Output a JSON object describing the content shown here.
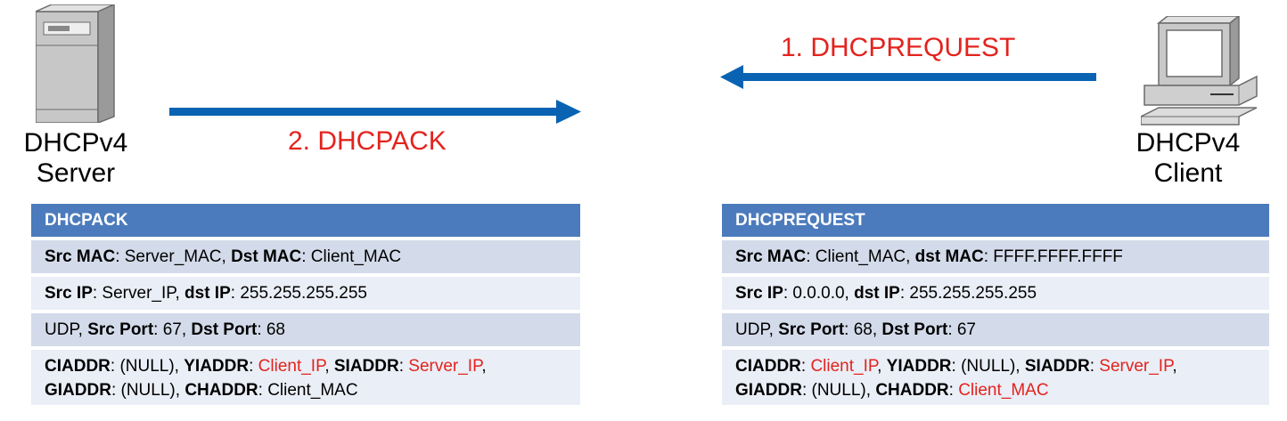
{
  "colors": {
    "arrow": "#0a63b2",
    "header": "#4c7bbd",
    "row_dark": "#d3dbea",
    "row_light": "#eaeef6",
    "highlight": "#e3231e"
  },
  "server": {
    "icon": "server-tower-icon",
    "line1": "DHCPv4",
    "line2": "Server"
  },
  "client": {
    "icon": "desktop-computer-icon",
    "line1": "DHCPv4",
    "line2": "Client"
  },
  "messages": {
    "request": "1. DHCPREQUEST",
    "ack": "2. DHCPACK"
  },
  "ack_table": {
    "title": "DHCPACK",
    "r1": {
      "k1": "Src MAC",
      "v1": ": Server_MAC, ",
      "k2": "Dst MAC",
      "v2": ": Client_MAC"
    },
    "r2": {
      "k1": "Src IP",
      "v1": ": Server_IP, ",
      "k2": "dst IP",
      "v2": ": 255.255.255.255"
    },
    "r3": {
      "p0": "UDP, ",
      "k1": "Src Port",
      "v1": ": 67, ",
      "k2": "Dst Port",
      "v2": ": 68"
    },
    "r4": {
      "k1": "CIADDR",
      "v1": ": (NULL), ",
      "k2": "YIADDR",
      "s2": ": ",
      "v2": "Client_IP",
      "s3": ", ",
      "k3": "SIADDR",
      "s4": ": ",
      "v3": "Server_IP",
      "s5": ",",
      "k4": "GIADDR",
      "v4": ": (NULL), ",
      "k5": "CHADDR",
      "v5": ": Client_MAC"
    }
  },
  "request_table": {
    "title": "DHCPREQUEST",
    "r1": {
      "k1": "Src MAC",
      "v1": ": Client_MAC, ",
      "k2": "dst MAC",
      "v2": ": FFFF.FFFF.FFFF"
    },
    "r2": {
      "k1": "Src IP",
      "v1": ": 0.0.0.0, ",
      "k2": "dst IP",
      "v2": ": 255.255.255.255"
    },
    "r3": {
      "p0": "UDP, ",
      "k1": "Src Port",
      "v1": ": 68, ",
      "k2": "Dst Port",
      "v2": ": 67"
    },
    "r4": {
      "k1": "CIADDR",
      "s1": ": ",
      "v1": "Client_IP",
      "s1b": ", ",
      "k2": "YIADDR",
      "v2": ": (NULL), ",
      "k3": "SIADDR",
      "s3": ": ",
      "v3": "Server_IP",
      "s3b": ",",
      "k4": "GIADDR",
      "v4": ": (NULL), ",
      "k5": "CHADDR",
      "s5": ": ",
      "v5": "Client_MAC"
    }
  }
}
